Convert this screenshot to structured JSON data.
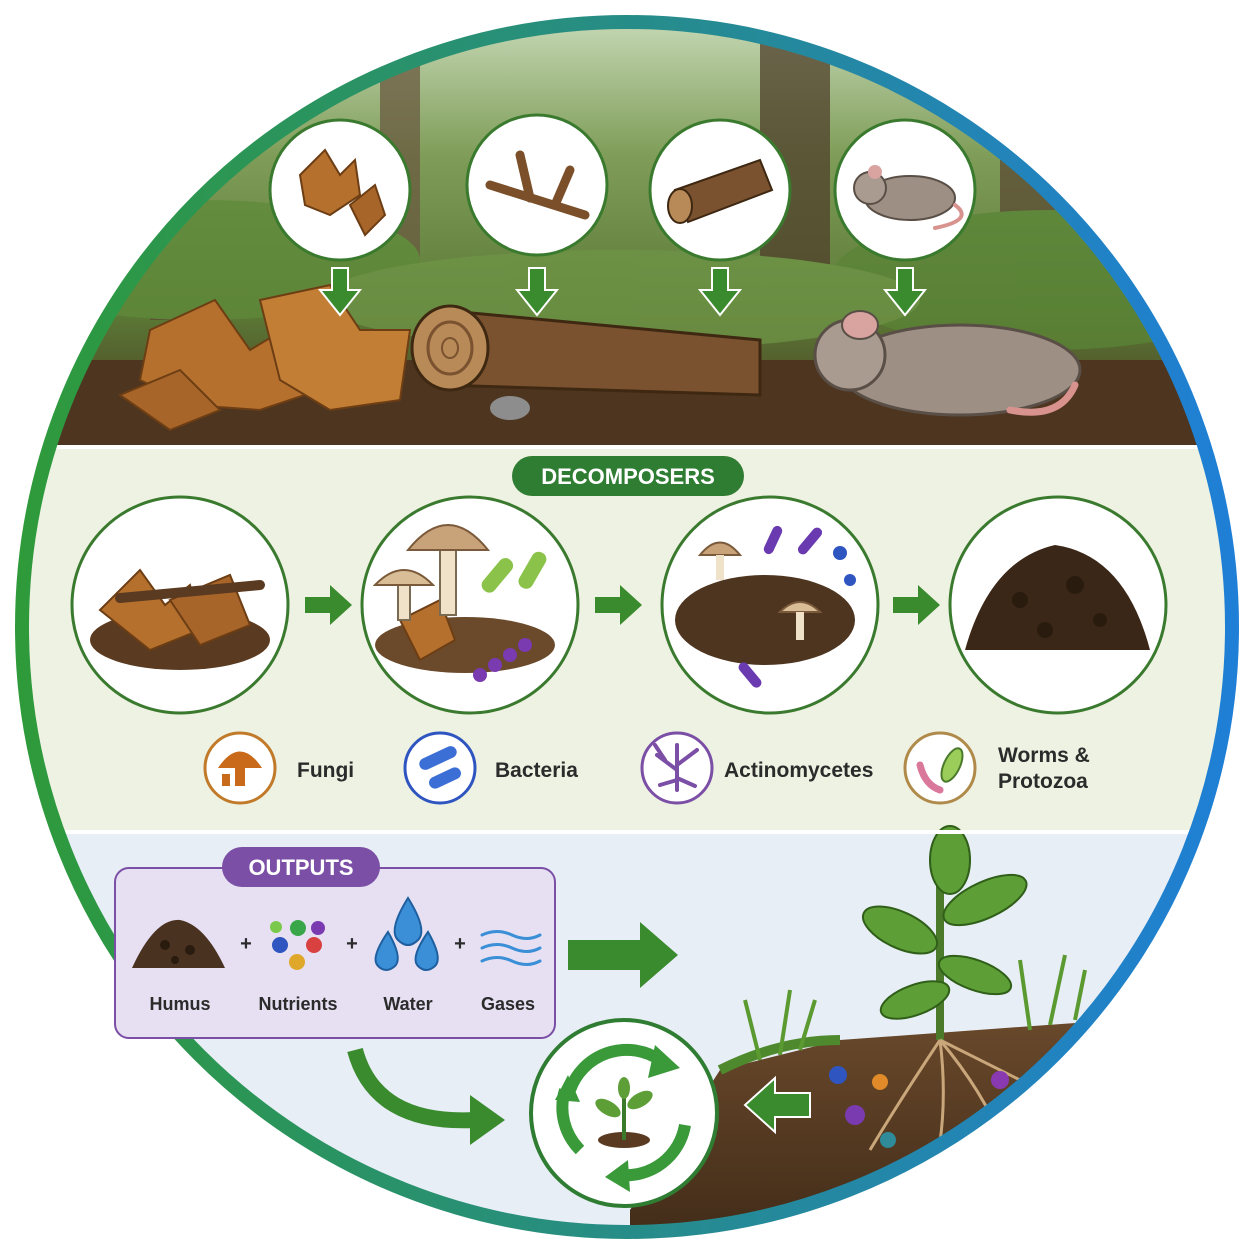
{
  "colors": {
    "ring_start": "#2e9a3a",
    "ring_end": "#1f7fd6",
    "decomposers_pill": "#2f7d32",
    "outputs_pill": "#7b4fa6",
    "arrow_green": "#3a8a2e",
    "forest_band": "#5e7d3e",
    "decomposers_band": "#eef2e2",
    "outputs_band": "#e8eef6"
  },
  "decomposers": {
    "title": "DECOMPOSERS",
    "legend": [
      {
        "label": "Fungi",
        "icon": "mushroom-icon"
      },
      {
        "label": "Bacteria",
        "icon": "bacteria-icon"
      },
      {
        "label": "Actinomycetes",
        "icon": "actinomycetes-icon"
      },
      {
        "label": "Worms &",
        "label2": "Protozoa",
        "icon": "worm-icon"
      }
    ]
  },
  "outputs": {
    "title": "OUTPUTS",
    "items": [
      {
        "label": "Humus",
        "icon": "humus-icon"
      },
      {
        "label": "Nutrients",
        "icon": "nutrients-icon"
      },
      {
        "label": "Water",
        "icon": "water-icon"
      },
      {
        "label": "Gases",
        "icon": "gases-icon"
      }
    ],
    "plus": "+"
  },
  "inputs": [
    {
      "icon": "leaves-icon"
    },
    {
      "icon": "twig-icon"
    },
    {
      "icon": "log-icon"
    },
    {
      "icon": "mouse-icon"
    }
  ],
  "cycle": {
    "icon": "recycle-sprout-icon"
  }
}
